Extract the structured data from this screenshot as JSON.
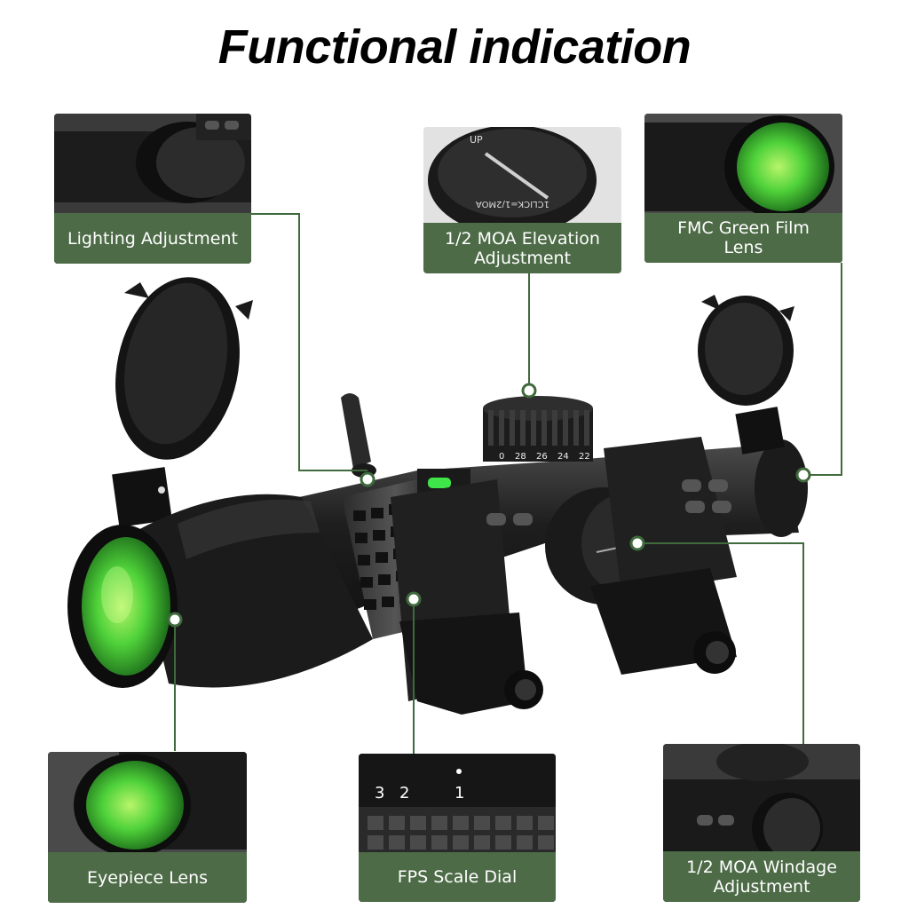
{
  "title": "Functional indication",
  "callouts": {
    "lighting": "Lighting Adjustment",
    "elevation": "1/2 MOA Elevation\nAdjustment",
    "lens": "FMC Green Film\nLens",
    "eyepiece": "Eyepiece Lens",
    "fps": "FPS Scale Dial",
    "windage": "1/2 MOA Windage\nAdjustment"
  },
  "dial_marks": {
    "turret_numbers": [
      "0",
      "28",
      "26",
      "24",
      "22"
    ],
    "turret_up": "UP",
    "turret_click": "1CLICK=1/2MOA",
    "fps_numbers": [
      "3",
      "2",
      "1"
    ]
  },
  "colors": {
    "caption_bg": "#4d6b47",
    "leader_line": "#3f6a3c",
    "lens_green": "#4fd23a",
    "scope_black": "#1a1a1a"
  }
}
